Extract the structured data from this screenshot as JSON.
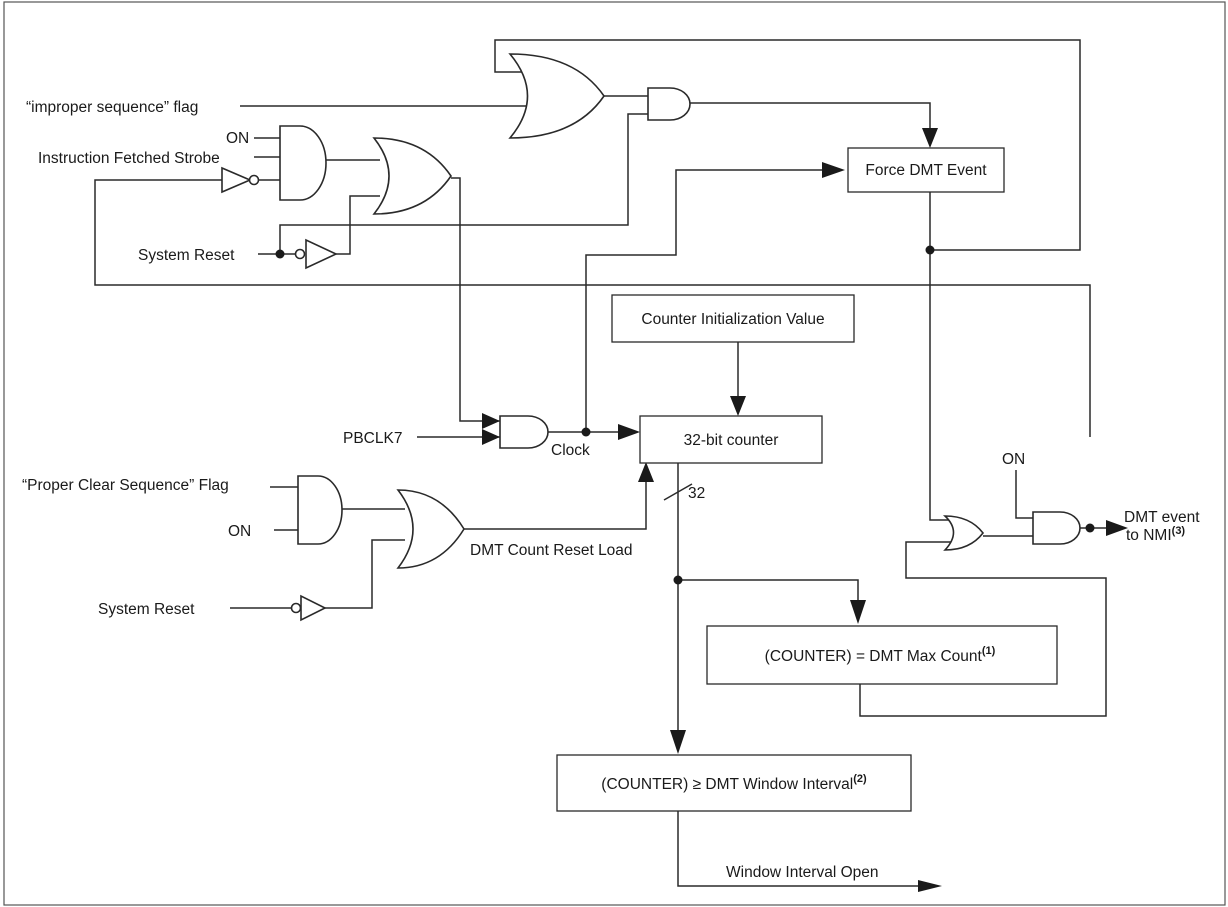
{
  "inputs": {
    "improper_sequence_flag": "“improper sequence” flag",
    "on_top": "ON",
    "instruction_fetched_strobe": "Instruction Fetched Strobe",
    "system_reset_top": "System Reset",
    "pbclk7": "PBCLK7",
    "proper_clear_sequence_flag": "“Proper Clear Sequence” Flag",
    "on_bottom": "ON",
    "system_reset_bottom": "System Reset",
    "on_right": "ON"
  },
  "signals": {
    "clock": "Clock",
    "dmt_count_reset_load": "DMT Count Reset Load",
    "bus_width": "32"
  },
  "blocks": {
    "force_dmt_event": "Force DMT Event",
    "counter_init_value": "Counter Initialization Value",
    "counter_32bit": "32-bit counter",
    "max_count": {
      "text": "(COUNTER) = DMT Max Count",
      "note": "(1)"
    },
    "window_interval": {
      "text": "(COUNTER) ≥ DMT Window Interval",
      "note": "(2)"
    }
  },
  "outputs": {
    "dmt_event_line1": "DMT event",
    "dmt_event_line2": "to NMI",
    "dmt_event_note": "(3)",
    "window_interval_open": "Window Interval Open"
  }
}
